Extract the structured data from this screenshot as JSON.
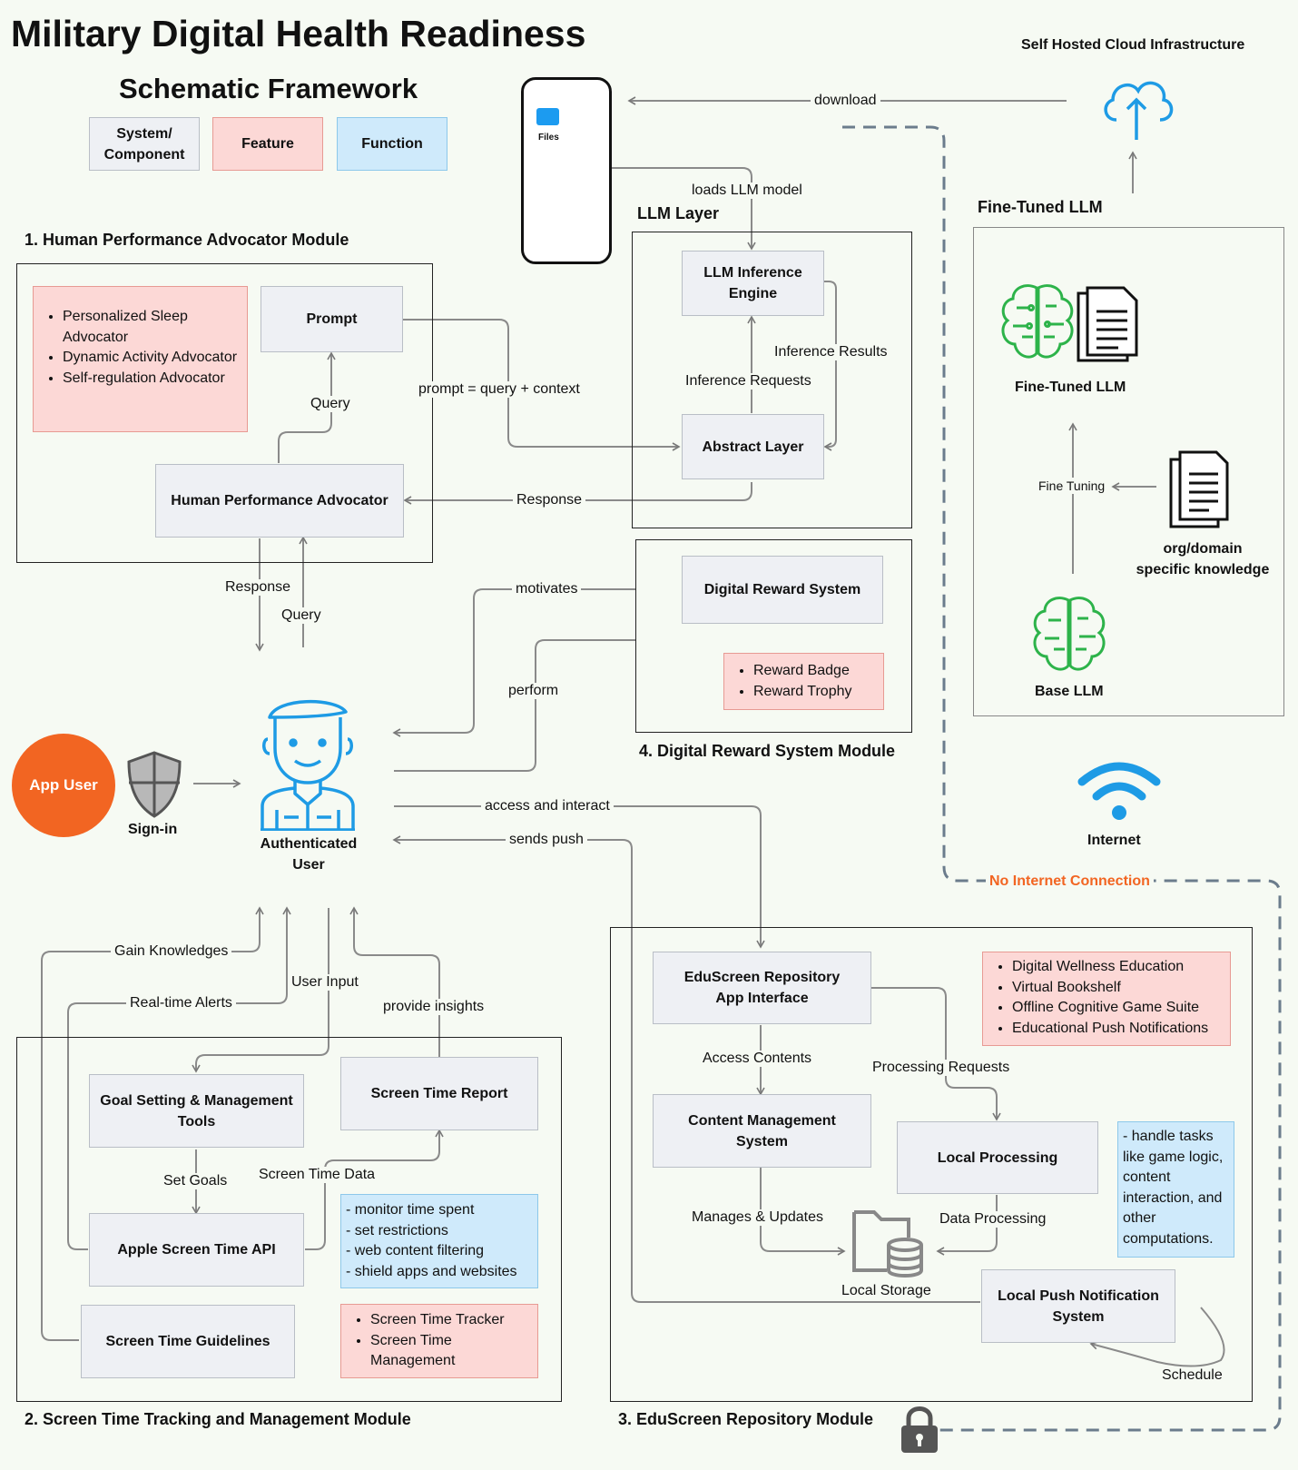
{
  "title": "Military Digital Health Readiness",
  "subtitle": "Schematic Framework",
  "legend": {
    "system": "System/ Component",
    "feature": "Feature",
    "function": "Function"
  },
  "phone": {
    "files_label": "Files"
  },
  "edges": {
    "download": "download",
    "loads_llm": "loads LLM model",
    "prompt_eq": "prompt = query + context",
    "query1": "Query",
    "inference_results": "Inference Results",
    "inference_requests": "Inference Requests",
    "response1": "Response",
    "response2": "Response",
    "query2": "Query",
    "motivates": "motivates",
    "perform": "perform",
    "access_interact": "access and interact",
    "sends_push": "sends push",
    "gain_knowledges": "Gain Knowledges",
    "real_time_alerts": "Real-time Alerts",
    "user_input": "User Input",
    "provide_insights": "provide insights",
    "set_goals": "Set Goals",
    "screen_time_data": "Screen Time Data",
    "access_contents": "Access Contents",
    "processing_requests": "Processing Requests",
    "manages_updates": "Manages & Updates",
    "data_processing": "Data Processing",
    "schedule": "Schedule",
    "fine_tuning": "Fine Tuning",
    "no_internet": "No Internet Connection"
  },
  "cloud": {
    "label": "Self Hosted Cloud Infrastructure"
  },
  "llm_layer": {
    "title": "LLM Layer",
    "inference_engine": "LLM Inference Engine",
    "abstract_layer": "Abstract Layer"
  },
  "fine_tuned": {
    "title": "Fine-Tuned LLM",
    "model_label": "Fine-Tuned LLM",
    "knowledge_label": "org/domain specific knowledge",
    "base_label": "Base LLM"
  },
  "hpa_module": {
    "title": "1. Human Performance Advocator Module",
    "features": [
      "Personalized Sleep Advocator",
      "Dynamic Activity Advocator",
      "Self-regulation Advocator"
    ],
    "prompt": "Prompt",
    "advocator": "Human Performance Advocator"
  },
  "reward_module": {
    "title": "4. Digital Reward System Module",
    "system": "Digital Reward System",
    "features": [
      "Reward Badge",
      "Reward Trophy"
    ]
  },
  "user": {
    "app_user": "App User",
    "sign_in": "Sign-in",
    "authenticated": "Authenticated User"
  },
  "internet": {
    "label": "Internet"
  },
  "screen_module": {
    "title": "2. Screen Time Tracking and Management Module",
    "goal_tools": "Goal Setting & Management Tools",
    "report": "Screen Time Report",
    "api": "Apple Screen Time API",
    "guidelines": "Screen Time Guidelines",
    "functions": [
      "- monitor time spent",
      "- set restrictions",
      "- web content filtering",
      "- shield apps and websites"
    ],
    "features": [
      "Screen Time Tracker",
      "Screen Time Management"
    ]
  },
  "edu_module": {
    "title": "3. EduScreen Repository Module",
    "app_interface": "EduScreen Repository App Interface",
    "features": [
      "Digital Wellness Education",
      "Virtual Bookshelf",
      "Offline Cognitive Game Suite",
      "Educational Push Notifications"
    ],
    "cms": "Content Management System",
    "local_processing": "Local Processing",
    "functions": "- handle tasks like game logic, content interaction, and other computations.",
    "local_storage": "Local Storage",
    "push_system": "Local Push Notification System"
  },
  "colors": {
    "feature_bg": "#fcd8d6",
    "function_bg": "#cfeafb",
    "system_bg": "#eef0f4",
    "accent_orange": "#f26522",
    "icon_green": "#2db34a",
    "icon_blue": "#1e9be5",
    "dashed": "#6b7c8c"
  }
}
